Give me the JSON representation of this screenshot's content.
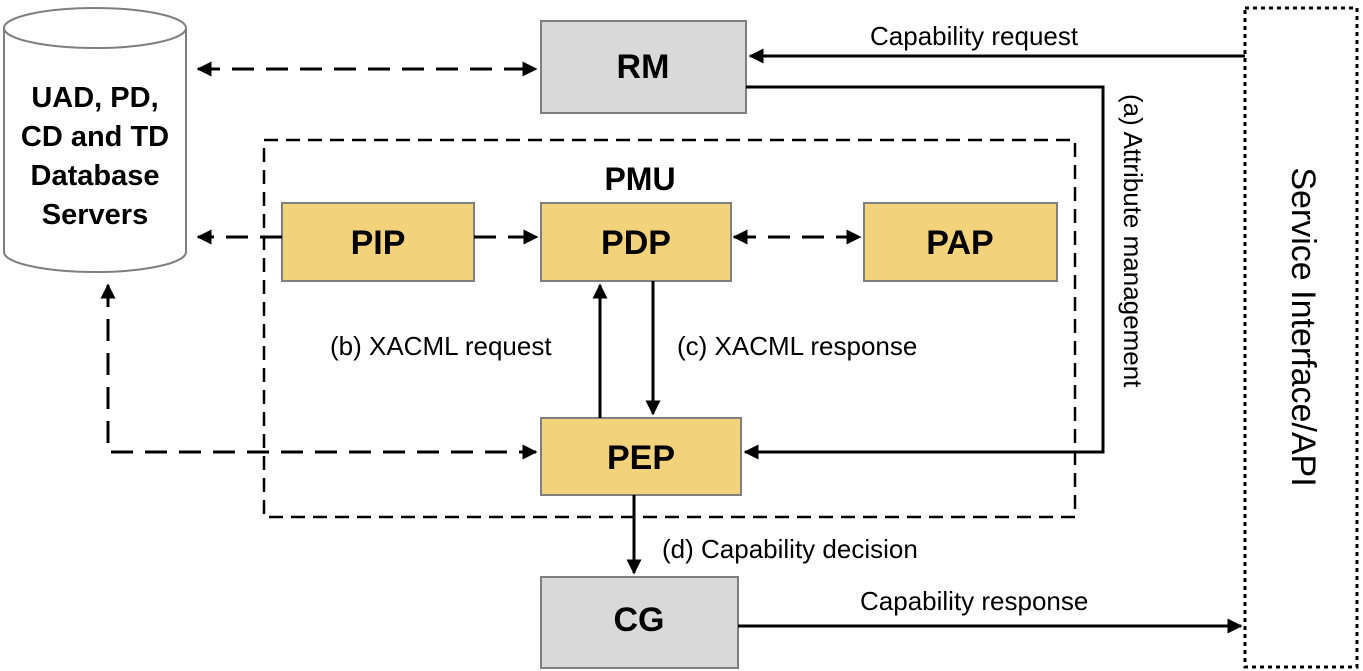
{
  "colors": {
    "gray_fill": "#d9d9d9",
    "yellow_fill": "#f2d27a",
    "stroke": "#7f7f7f",
    "line": "#000000",
    "db_fill": "#ffffff"
  },
  "nodes": {
    "database": {
      "lines": [
        "UAD, PD,",
        "CD and TD",
        "Database",
        "Servers"
      ]
    },
    "rm": {
      "label": "RM"
    },
    "cg": {
      "label": "CG"
    },
    "pip": {
      "label": "PIP"
    },
    "pdp": {
      "label": "PDP"
    },
    "pap": {
      "label": "PAP"
    },
    "pep": {
      "label": "PEP"
    },
    "pmu": {
      "label": "PMU"
    },
    "service_api": {
      "label": "Service Interface/API"
    }
  },
  "edges": {
    "capability_request": "Capability request",
    "attribute_management": "(a) Attribute management",
    "xacml_request": "(b) XACML request",
    "xacml_response": "(c) XACML response",
    "capability_decision": "(d) Capability decision",
    "capability_response": "Capability response"
  }
}
